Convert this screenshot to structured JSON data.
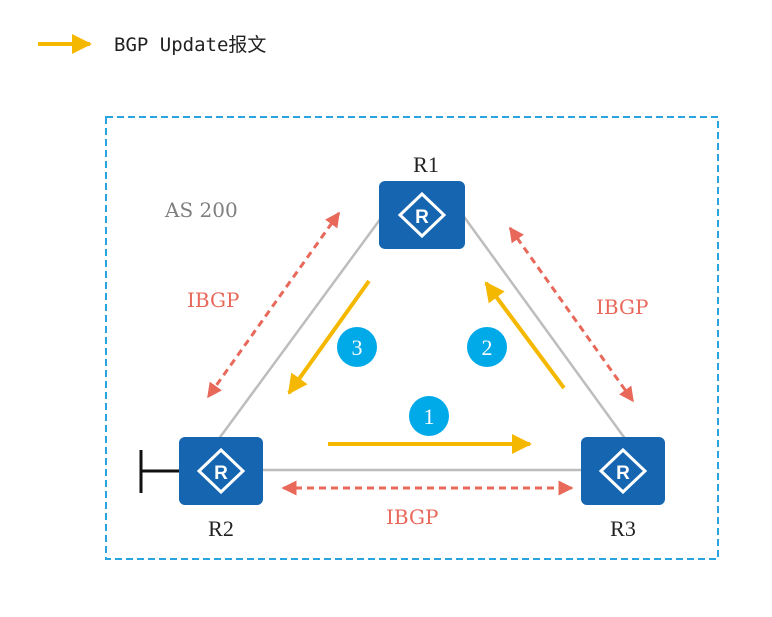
{
  "legend": {
    "text": "BGP Update报文",
    "arrow_color": "#f5b800"
  },
  "as_label": "AS 200",
  "routers": [
    {
      "id": "R1",
      "label": "R1"
    },
    {
      "id": "R2",
      "label": "R2"
    },
    {
      "id": "R3",
      "label": "R3"
    }
  ],
  "sessions": [
    {
      "between": [
        "R1",
        "R2"
      ],
      "label": "IBGP"
    },
    {
      "between": [
        "R1",
        "R3"
      ],
      "label": "IBGP"
    },
    {
      "between": [
        "R2",
        "R3"
      ],
      "label": "IBGP"
    }
  ],
  "steps": [
    {
      "number": "1",
      "from": "R2",
      "to": "R3"
    },
    {
      "number": "2",
      "from": "R3",
      "to": "R1"
    },
    {
      "number": "3",
      "from": "R1",
      "to": "R2"
    }
  ],
  "colors": {
    "router_fill": "#1565b0",
    "link": "#bdbdbd",
    "ibgp_arrow": "#e8685a",
    "update_arrow": "#f5b800",
    "step_badge": "#00a9e8",
    "as_border": "#2aa4e0"
  }
}
